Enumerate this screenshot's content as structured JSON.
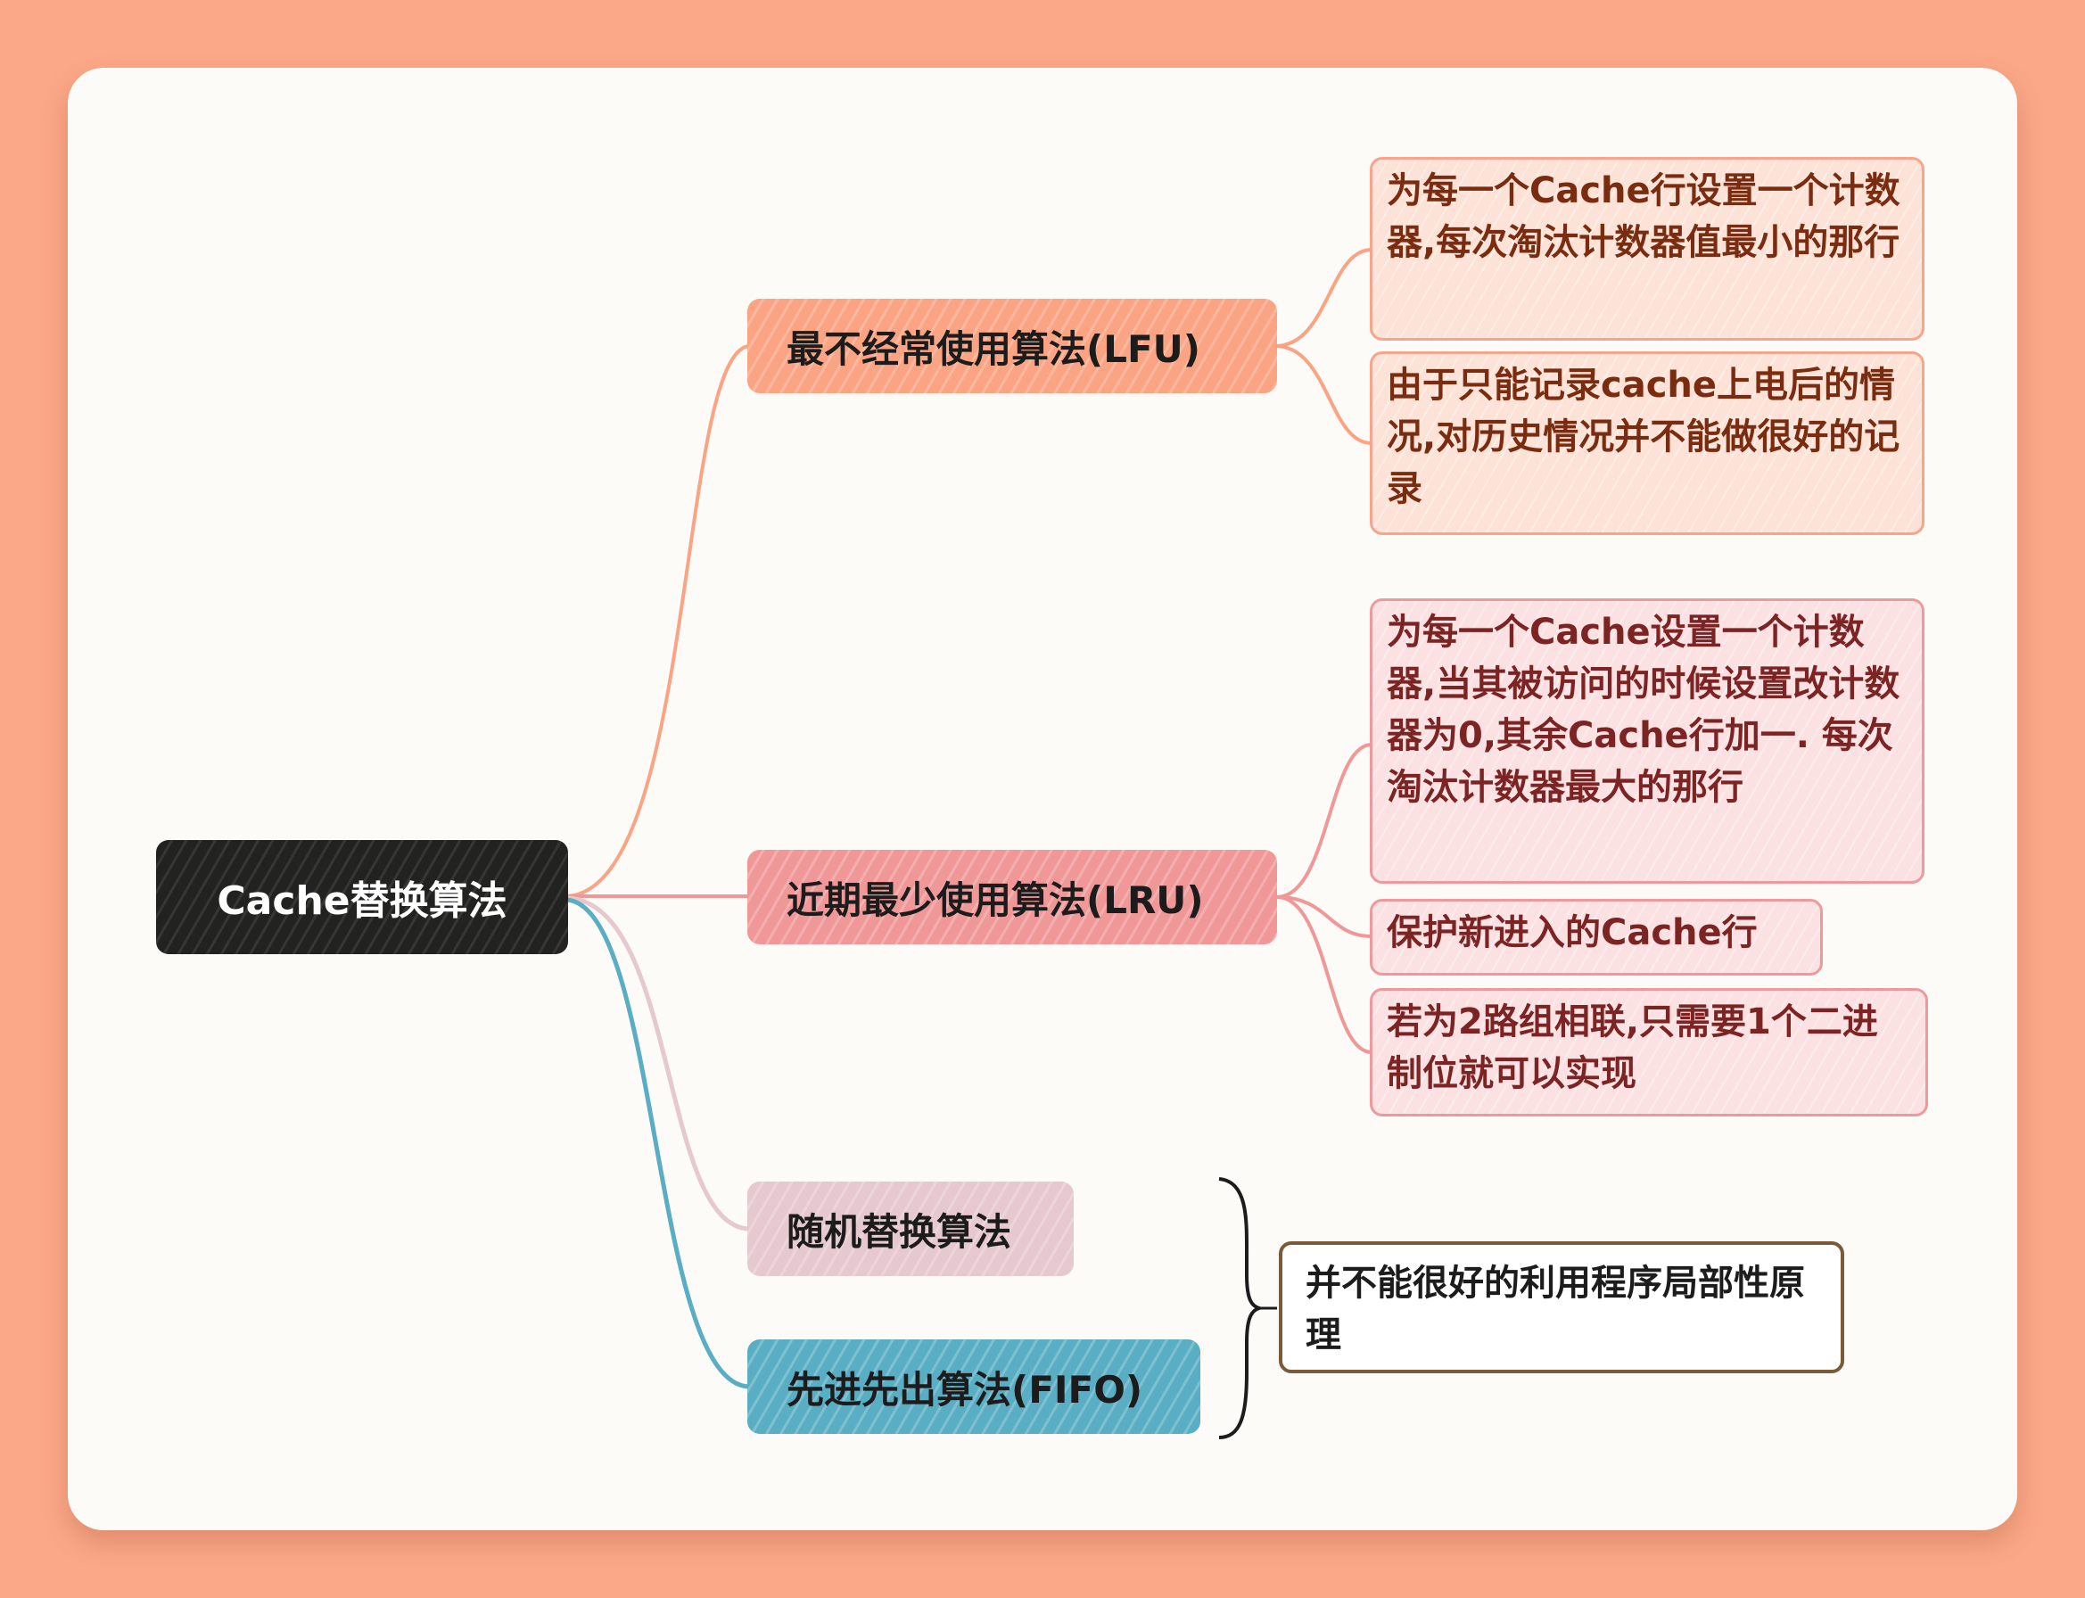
{
  "colors": {
    "background": "#fba888",
    "card": "#fcfbf8",
    "root": "#222220",
    "lfu": "#fba484",
    "lru": "#f09898",
    "random": "#e5c9cf",
    "fifo": "#5aaec4",
    "note_border": "#7a5a37"
  },
  "root": {
    "label": "Cache替换算法"
  },
  "branches": {
    "lfu": {
      "label": "最不经常使用算法(LFU)",
      "details": [
        "为每一个Cache行设置一个计数器,每次淘汰计数器值最小的那行",
        "由于只能记录cache上电后的情况,对历史情况并不能做很好的记录"
      ]
    },
    "lru": {
      "label": "近期最少使用算法(LRU)",
      "details": [
        "为每一个Cache设置一个计数器,当其被访问的时候设置改计数器为0,其余Cache行加一. 每次淘汰计数器最大的那行",
        "保护新进入的Cache行",
        "若为2路组相联,只需要1个二进制位就可以实现"
      ]
    },
    "random": {
      "label": "随机替换算法"
    },
    "fifo": {
      "label": "先进先出算法(FIFO)"
    }
  },
  "summary": {
    "label": "并不能很好的利用程序局部性原理"
  }
}
